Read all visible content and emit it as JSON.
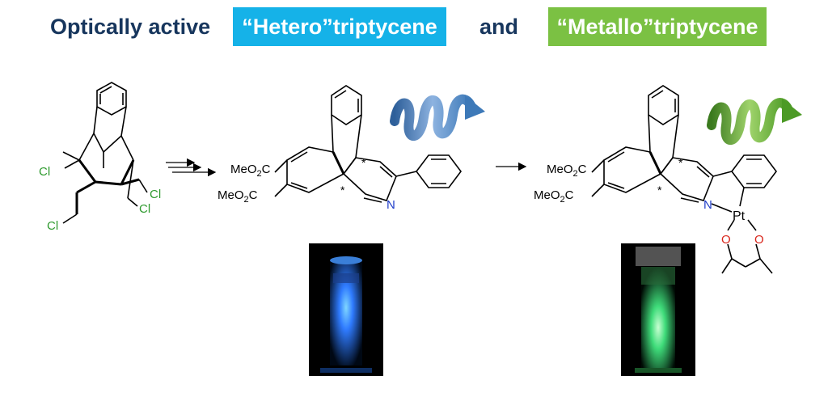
{
  "title": {
    "prefix": "Optically active",
    "hetero": "“Hetero”triptycene",
    "conj": "and",
    "metallo": "“Metallo”triptycene"
  },
  "colors": {
    "title_text": "#17365d",
    "hetero_badge": "#15b2e8",
    "metallo_badge": "#7bc143",
    "chlorine": "#2e9a2e",
    "nitrogen": "#1f3dc9",
    "oxygen": "#d9261c",
    "blue_glow": "#2f7bff",
    "green_glow": "#58ff8e"
  },
  "labels": {
    "cl": "Cl",
    "n": "N",
    "pt": "Pt",
    "o": "O",
    "star": "*"
  },
  "icons": [
    "blue-helical-arrow-icon",
    "green-helical-arrow-icon",
    "multistep-arrow-icon",
    "reaction-arrow-icon"
  ]
}
